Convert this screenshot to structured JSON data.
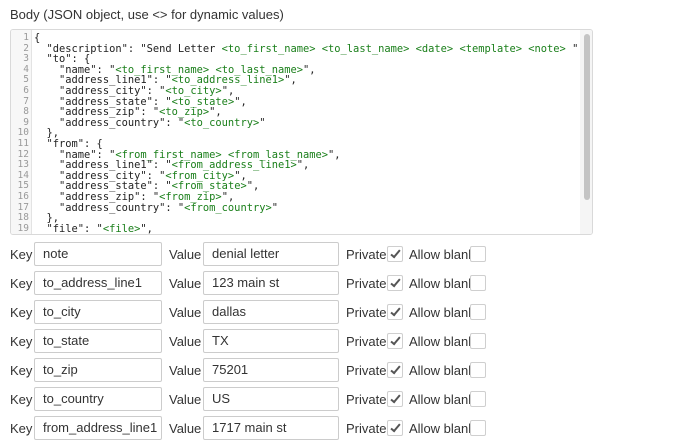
{
  "body_section": {
    "label": "Body (JSON object, use <> for dynamic values)"
  },
  "editor": {
    "lines": [
      [
        {
          "t": "{"
        }
      ],
      [
        {
          "t": "  \"description\": \"Send Letter "
        },
        {
          "t": "<to_first_name>",
          "v": true
        },
        {
          "t": " "
        },
        {
          "t": "<to_last_name>",
          "v": true
        },
        {
          "t": " "
        },
        {
          "t": "<date>",
          "v": true
        },
        {
          "t": " "
        },
        {
          "t": "<template>",
          "v": true
        },
        {
          "t": " "
        },
        {
          "t": "<note>",
          "v": true
        },
        {
          "t": " \","
        }
      ],
      [
        {
          "t": "  \"to\": {"
        }
      ],
      [
        {
          "t": "    \"name\": \""
        },
        {
          "t": "<to_first_name>",
          "v": true
        },
        {
          "t": " "
        },
        {
          "t": "<to_last_name>",
          "v": true
        },
        {
          "t": "\","
        }
      ],
      [
        {
          "t": "    \"address_line1\": \""
        },
        {
          "t": "<to_address_line1>",
          "v": true
        },
        {
          "t": "\","
        }
      ],
      [
        {
          "t": "    \"address_city\": \""
        },
        {
          "t": "<to_city>",
          "v": true
        },
        {
          "t": "\","
        }
      ],
      [
        {
          "t": "    \"address_state\": \""
        },
        {
          "t": "<to_state>",
          "v": true
        },
        {
          "t": "\","
        }
      ],
      [
        {
          "t": "    \"address_zip\": \""
        },
        {
          "t": "<to_zip>",
          "v": true
        },
        {
          "t": "\","
        }
      ],
      [
        {
          "t": "    \"address_country\": \""
        },
        {
          "t": "<to_country>",
          "v": true
        },
        {
          "t": "\""
        }
      ],
      [
        {
          "t": "  },"
        }
      ],
      [
        {
          "t": "  \"from\": {"
        }
      ],
      [
        {
          "t": "    \"name\": \""
        },
        {
          "t": "<from_first_name>",
          "v": true
        },
        {
          "t": " "
        },
        {
          "t": "<from_last_name>",
          "v": true
        },
        {
          "t": "\","
        }
      ],
      [
        {
          "t": "    \"address_line1\": \""
        },
        {
          "t": "<from_address_line1>",
          "v": true
        },
        {
          "t": "\","
        }
      ],
      [
        {
          "t": "    \"address_city\": \""
        },
        {
          "t": "<from_city>",
          "v": true
        },
        {
          "t": "\","
        }
      ],
      [
        {
          "t": "    \"address_state\": \""
        },
        {
          "t": "<from_state>",
          "v": true
        },
        {
          "t": "\","
        }
      ],
      [
        {
          "t": "    \"address_zip\": \""
        },
        {
          "t": "<from_zip>",
          "v": true
        },
        {
          "t": "\","
        }
      ],
      [
        {
          "t": "    \"address_country\": \""
        },
        {
          "t": "<from_country>",
          "v": true
        },
        {
          "t": "\""
        }
      ],
      [
        {
          "t": "  },"
        }
      ],
      [
        {
          "t": "  \"file\": \""
        },
        {
          "t": "<file>",
          "v": true
        },
        {
          "t": "\","
        }
      ]
    ],
    "line_numbers": [
      "1",
      "2",
      "3",
      "4",
      "5",
      "6",
      "7",
      "8",
      "9",
      "10",
      "11",
      "12",
      "13",
      "14",
      "15",
      "16",
      "17",
      "18",
      "19"
    ]
  },
  "labels": {
    "key": "Key",
    "value": "Value",
    "private": "Private",
    "allow_blank": "Allow blank"
  },
  "rows": [
    {
      "key": "note",
      "value": "denial letter",
      "private": true,
      "allow_blank": false
    },
    {
      "key": "to_address_line1",
      "value": "123 main st",
      "private": true,
      "allow_blank": false
    },
    {
      "key": "to_city",
      "value": "dallas",
      "private": true,
      "allow_blank": false
    },
    {
      "key": "to_state",
      "value": "TX",
      "private": true,
      "allow_blank": false
    },
    {
      "key": "to_zip",
      "value": "75201",
      "private": true,
      "allow_blank": false
    },
    {
      "key": "to_country",
      "value": "US",
      "private": true,
      "allow_blank": false
    },
    {
      "key": "from_address_line1",
      "value": "1717 main st",
      "private": true,
      "allow_blank": false
    }
  ]
}
